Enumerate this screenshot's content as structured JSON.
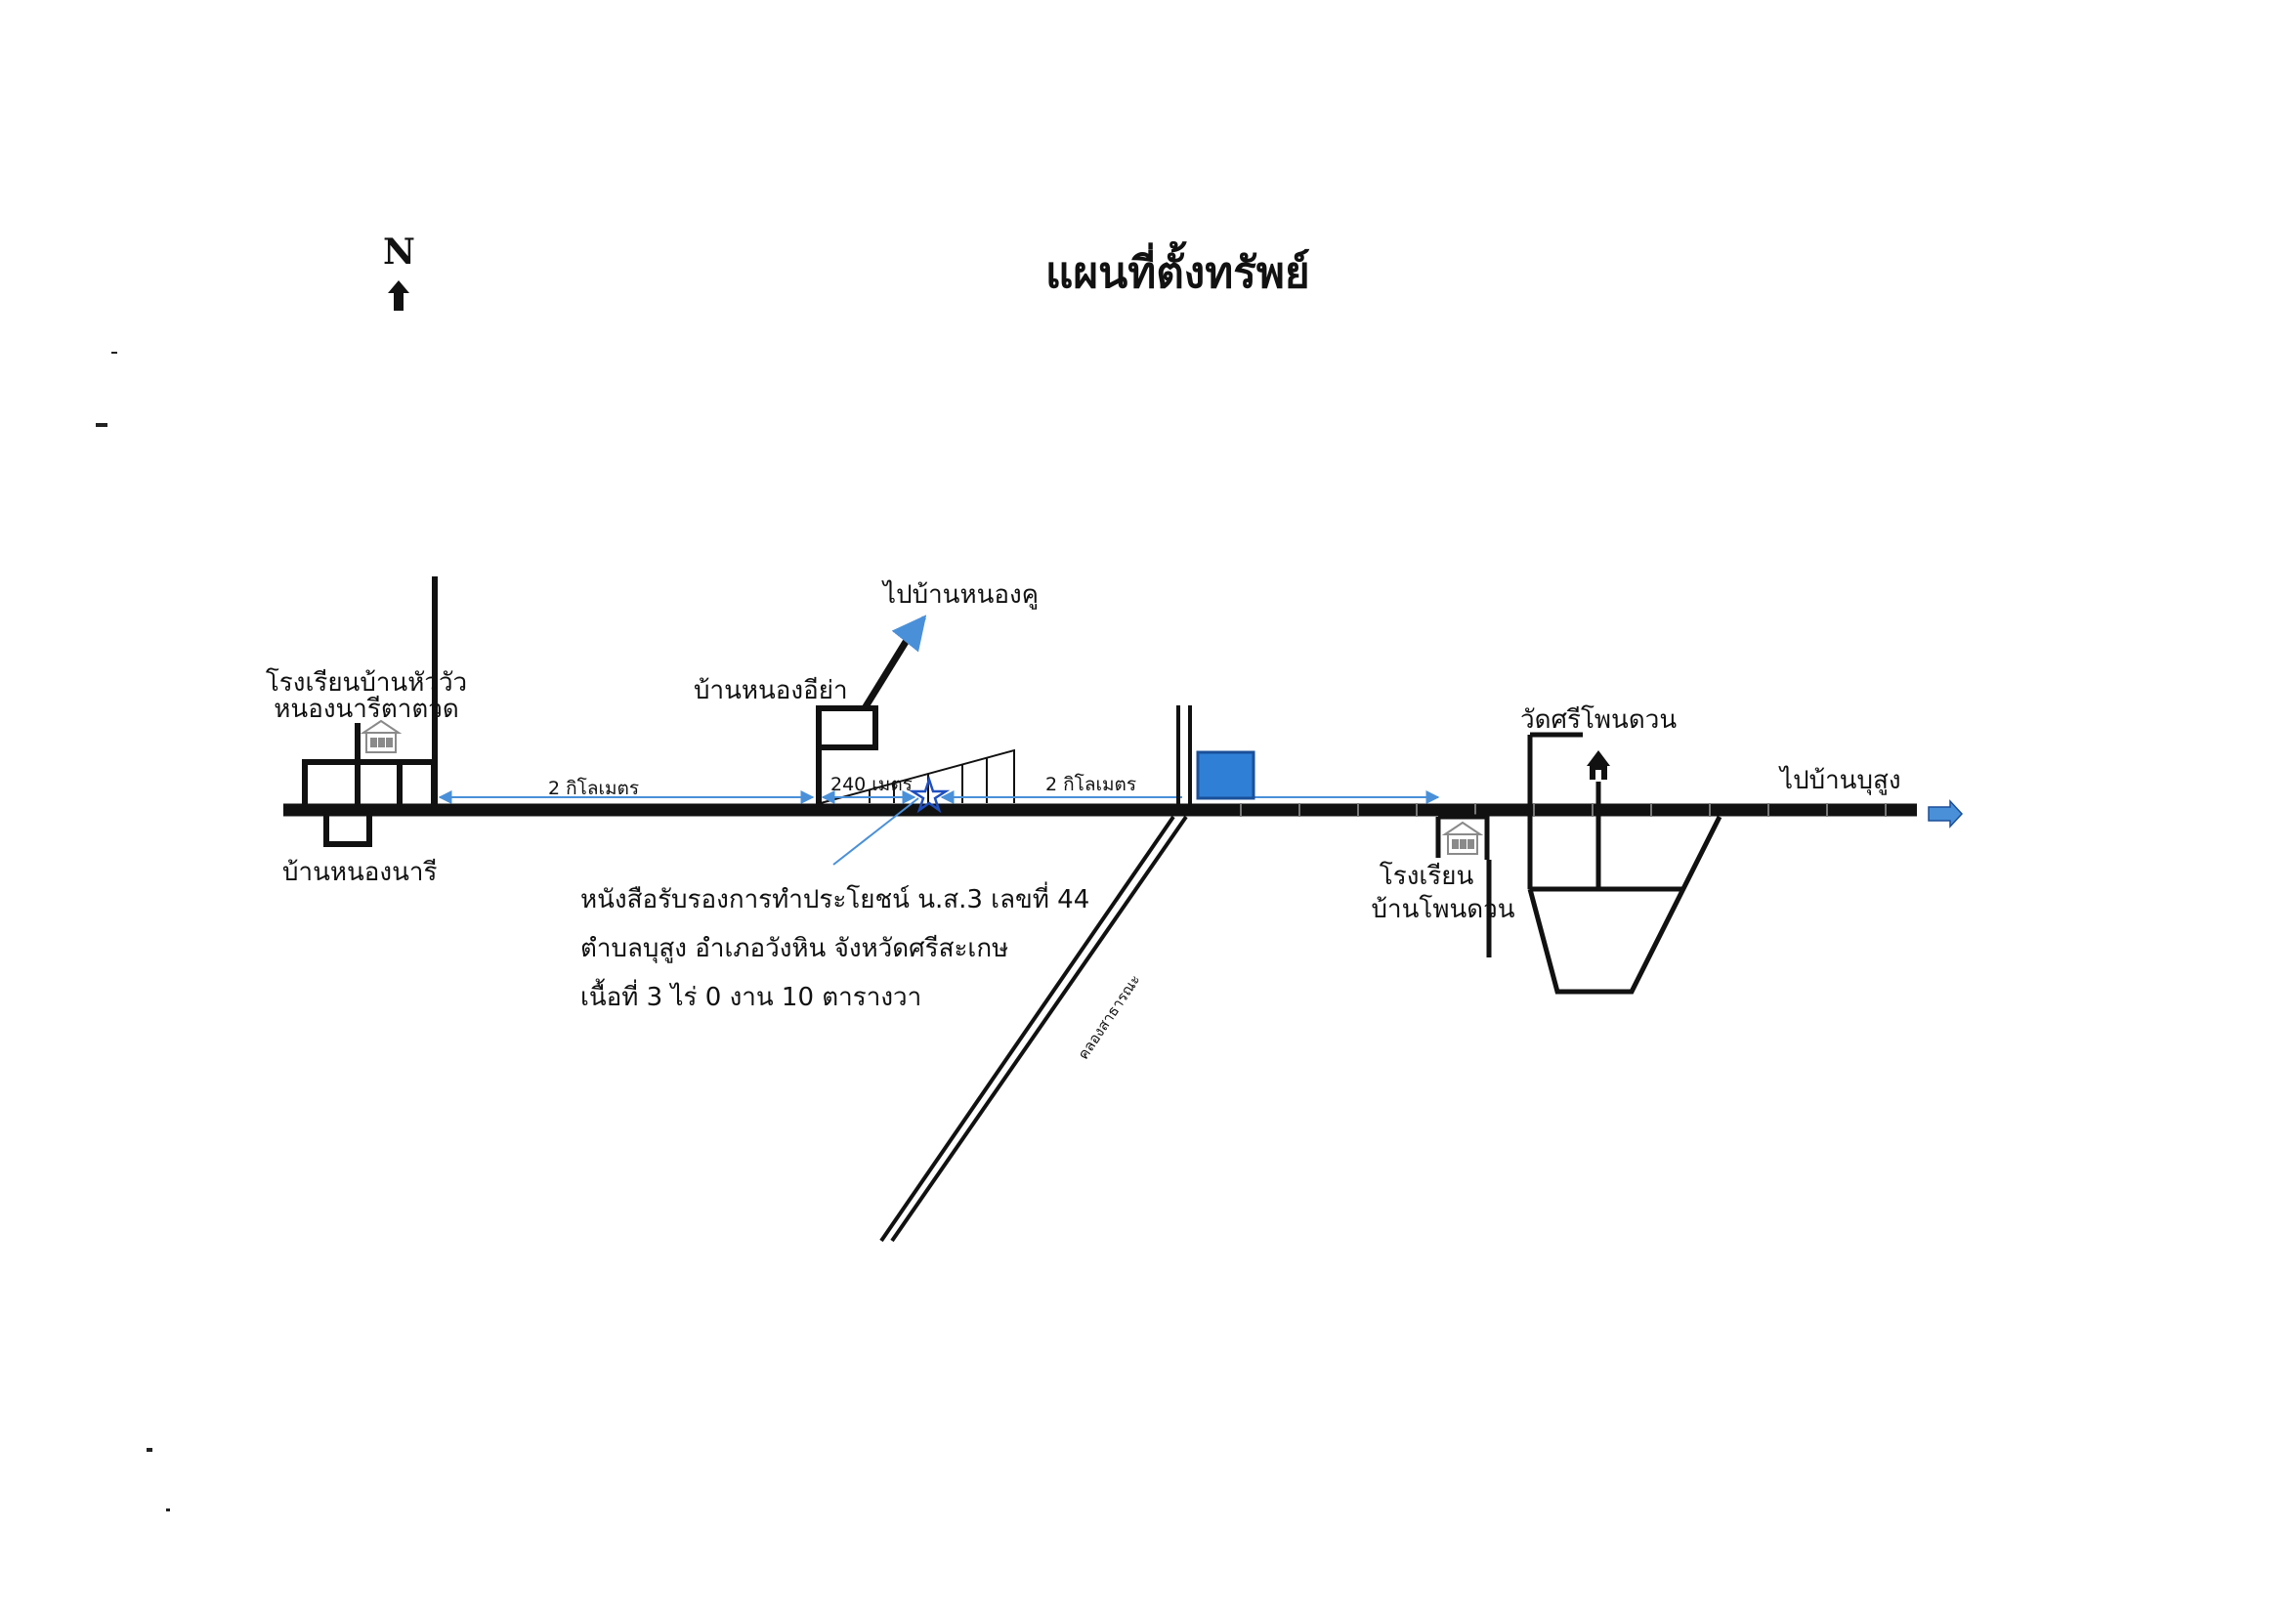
{
  "title": "แผนที่ตั้งทรัพย์",
  "north": "N",
  "places": {
    "school_hua_wua": [
      "โรงเรียนบ้านหัววัว",
      "หนองนารีตาตวด"
    ],
    "ban_nong_nari": "บ้านหนองนารี",
    "ban_nong_i_ya": "บ้านหนองอีย่า",
    "to_nong_khu": "ไปบ้านหนองคู",
    "wat_si_phon_duan": "วัดศรีโพนดวน",
    "to_bu_sung": "ไปบ้านบุสูง",
    "school_phon_duan": [
      "โรงเรียน",
      "บ้านโพนดวน"
    ],
    "canal": "คลองสาธารณะ"
  },
  "distances": {
    "west": "2 กิโลเมตร",
    "near": "240 เมตร",
    "east": "2 กิโลเมตร"
  },
  "property_note": [
    "หนังสือรับรองการทำประโยชน์ น.ส.3 เลขที่ 44",
    "ตำบลบุสูง อำเภอวังหิน จังหวัดศรีสะเกษ",
    "เนื้อที่ 3 ไร่ 0 งาน 10 ตารางวา"
  ],
  "icons": {
    "north_arrow": "north-arrow-icon",
    "school": "school-icon",
    "temple": "temple-icon",
    "property": "star-icon",
    "landmark": "blue-square-icon",
    "direction": "arrow-right-icon"
  },
  "colors": {
    "road": "#111111",
    "arrow": "#4a90d9",
    "landmark_fill": "#2f7fd6",
    "landmark_stroke": "#1a4f99",
    "property_star": "#1f4fbf",
    "school_icon": "#8a8a8a"
  }
}
